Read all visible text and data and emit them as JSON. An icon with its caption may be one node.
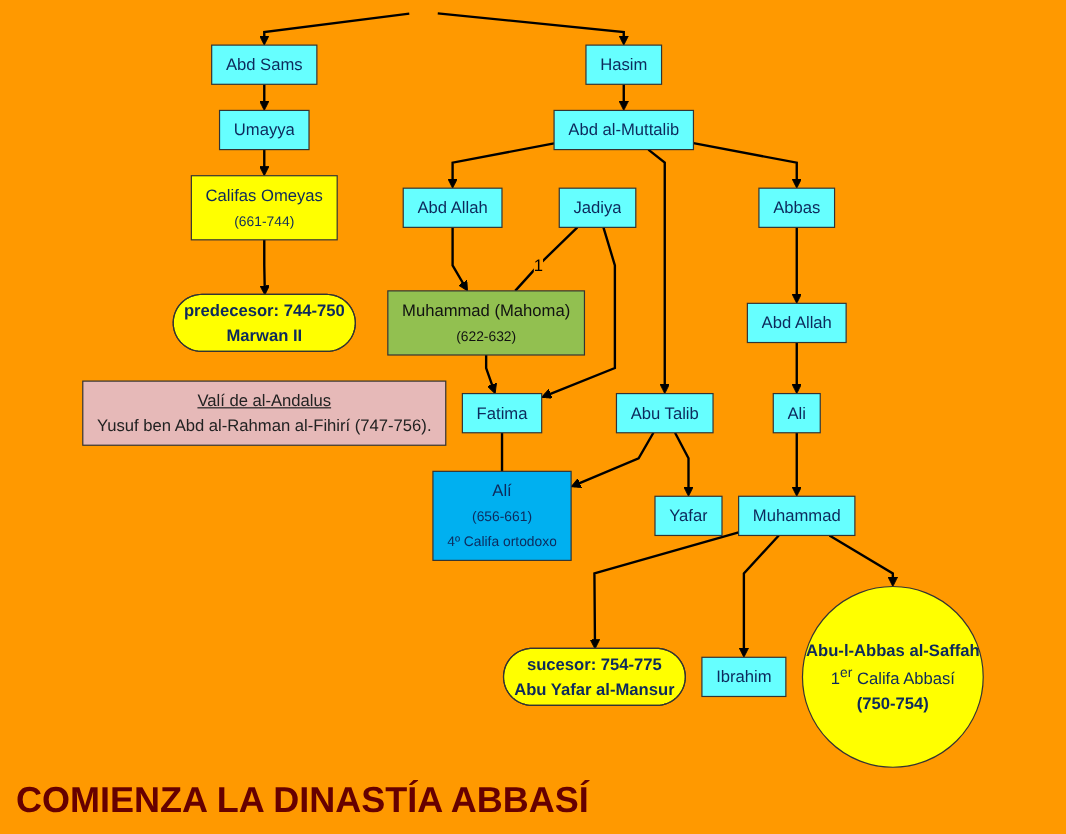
{
  "diagram": {
    "nodes": [
      {
        "text": [
          "Abd Sams"
        ]
      },
      {
        "text": [
          "Hasim"
        ]
      },
      {
        "text": [
          "Abd al-Muttalib"
        ]
      },
      {
        "text": [
          "Umayya"
        ]
      },
      {
        "text": [
          "Abd Allah"
        ]
      },
      {
        "text": [
          "Abu Talib"
        ]
      },
      {
        "text": [
          "Abbas"
        ]
      },
      {
        "text": [
          "Jadiya"
        ]
      },
      {
        "text": [
          "Muhammad (Mahoma)",
          "(622-632)"
        ]
      },
      {
        "text": [
          "Abd Allah"
        ]
      },
      {
        "text": [
          "Califas Omeyas",
          "(661-744)"
        ]
      },
      {
        "text": [
          "Fatima"
        ]
      },
      {
        "text": [
          "Alí",
          "(656-661)",
          "4º Califa ortodoxo"
        ]
      },
      {
        "text": [
          "Yafar"
        ]
      },
      {
        "text": [
          "Ali"
        ]
      },
      {
        "text": [
          "predecesor: 744-750",
          "Marwan II"
        ]
      },
      {
        "text": [
          "Muhammad"
        ]
      },
      {
        "text": [
          "sucesor: 754-775",
          "Abu Yafar al-Mansur"
        ]
      },
      {
        "text": [
          "Ibrahim"
        ]
      },
      {
        "text": [
          "Abu-l-Abbas al-Saffah",
          "1$^{er}$ Califa Abbasí",
          "(750-754)"
        ]
      },
      {
        "text": [
          "Valí de al-Andalus",
          "Yusuf ben Abd al-Rahman al-Fihirí (747-756)."
        ]
      }
    ],
    "edges": [
      {
        "from": null,
        "to": 0,
        "arrow": "to"
      },
      {
        "from": null,
        "to": 1,
        "arrow": "to"
      },
      {
        "from": 0,
        "to": 3,
        "arrow": "to"
      },
      {
        "from": 1,
        "to": 2,
        "arrow": "to"
      },
      {
        "from": 2,
        "to": 4,
        "arrow": "to"
      },
      {
        "from": 2,
        "to": 5,
        "arrow": "to"
      },
      {
        "from": 2,
        "to": 6,
        "arrow": "to"
      },
      {
        "from": 3,
        "to": 10,
        "arrow": "to"
      },
      {
        "from": 4,
        "to": 8,
        "arrow": "to"
      },
      {
        "from": 6,
        "to": 9,
        "arrow": "to"
      },
      {
        "from": 7,
        "to": 8,
        "arrow": "none",
        "label": "1"
      },
      {
        "from": 7,
        "to": 11,
        "arrow": "to"
      },
      {
        "from": 8,
        "to": 11,
        "arrow": "to"
      },
      {
        "from": 5,
        "to": 12,
        "arrow": "to"
      },
      {
        "from": 5,
        "to": 13,
        "arrow": "to"
      },
      {
        "from": 9,
        "to": 14,
        "arrow": "to"
      },
      {
        "from": 11,
        "to": 12,
        "arrow": "none"
      },
      {
        "from": 10,
        "to": 15,
        "arrow": "to"
      },
      {
        "from": 14,
        "to": 16,
        "arrow": "to"
      },
      {
        "from": 16,
        "to": 17,
        "arrow": "to"
      },
      {
        "from": 16,
        "to": 18,
        "arrow": "to"
      },
      {
        "from": 16,
        "to": 19,
        "arrow": "to"
      }
    ],
    "labels": [
      "COMIENZA LA DINASTÍA ABBASÍ"
    ]
  }
}
